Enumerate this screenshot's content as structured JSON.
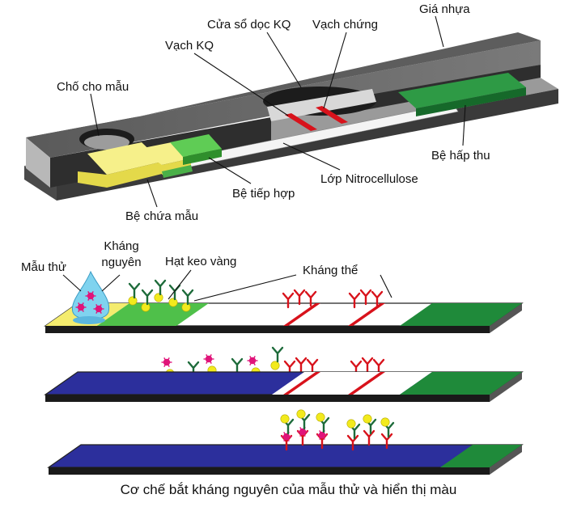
{
  "labels": {
    "gia_nhua": "Giá nhựa",
    "cua_so_doc_kq": "Cửa sổ dọc KQ",
    "vach_chung": "Vạch chứng",
    "vach_kq": "Vạch KQ",
    "cho_cho_mau": "Chố cho mẫu",
    "be_hap_thu": "Bệ hấp thu",
    "lop_nitrocellulose": "Lớp Nitrocellulose",
    "be_tiep_hop": "Bệ tiếp hợp",
    "be_chua_mau": "Bệ chứa mẫu",
    "mau_thu": "Mẫu thử",
    "khang_nguyen_1": "Kháng",
    "khang_nguyen_2": "nguyên",
    "hat_keo_vang": "Hạt keo vàng",
    "khang_the": "Kháng thể"
  },
  "caption": "Cơ chế bắt kháng nguyên của mẫu thử và hiển thị màu",
  "colors": {
    "cassette_top": "#6e6e6e",
    "cassette_front": "#3a3a3a",
    "cassette_side": "#b5b5b5",
    "sample_pad": "#f4ec6e",
    "conjugate_pad": "#4fc04a",
    "absorbent_pad": "#1f8a3a",
    "strip_blue": "#2c2f9c",
    "test_line": "#d8121b",
    "gold_particle": "#f2ea1d",
    "antigen": "#e0147a",
    "antibody": "#1d6b3a",
    "sample_drop": "#7fd3ef"
  }
}
